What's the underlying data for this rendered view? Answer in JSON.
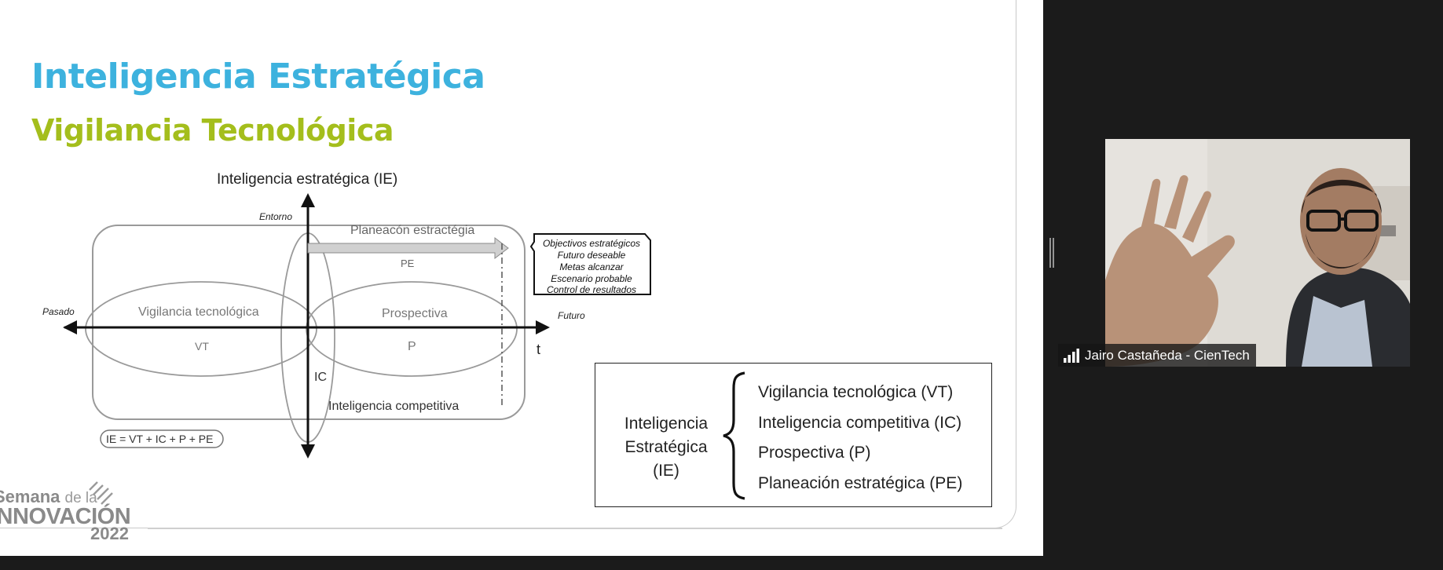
{
  "slide": {
    "title": "Inteligencia Estratégica",
    "subtitle": "Vigilancia Tecnológica",
    "colors": {
      "title": "#3db2de",
      "subtitle": "#a4be1c"
    }
  },
  "diagram": {
    "vertical_axis_label": "Inteligencia estratégica (IE)",
    "entorno_label": "Entorno",
    "pasado_label": "Pasado",
    "futuro_label": "Futuro",
    "t_label": "t",
    "pe_arrow_label": "Planeacón estractégia",
    "pe_abbr": "PE",
    "vt_label": "Vigilancia tecnológica",
    "vt_abbr": "VT",
    "p_label": "Prospectiva",
    "p_abbr": "P",
    "ic_abbr": "IC",
    "ic_label": "Inteligencia competitiva",
    "formula": "IE = VT + IC + P + PE",
    "objectives": [
      "Objectivos estratégicos",
      "Futuro deseable",
      "Metas alcanzar",
      "Escenario probable",
      "Control de resultados"
    ]
  },
  "summary_box": {
    "label_line1": "Inteligencia",
    "label_line2": "Estratégica (IE)",
    "items": [
      "Vigilancia tecnológica (VT)",
      "Inteligencia competitiva (IC)",
      "Prospectiva (P)",
      "Planeación estratégica (PE)"
    ]
  },
  "logo": {
    "line1": "Semana",
    "line1_small": "de la",
    "line2": "INNOVACIÓN",
    "year": "2022"
  },
  "participant": {
    "name": "Jairo Castañeda - CienTech",
    "signal_icon": "signal-bars-icon"
  }
}
